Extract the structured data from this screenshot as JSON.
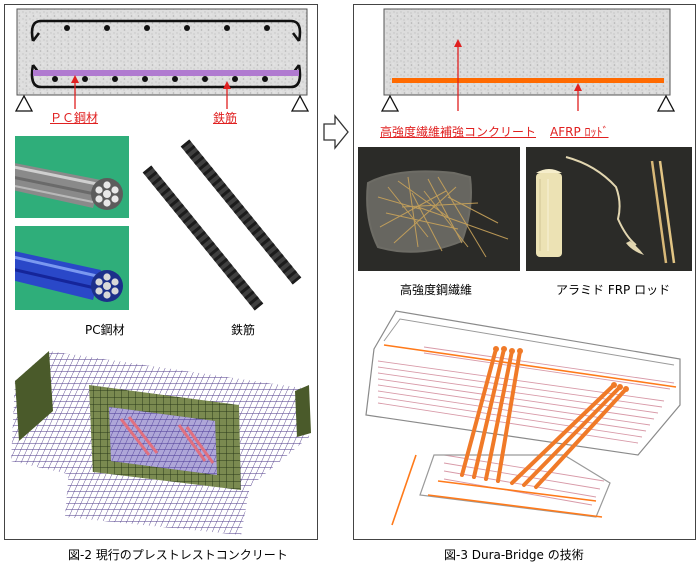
{
  "figures": {
    "left": {
      "caption": "図-2  現行のプレストレストコンクリート",
      "label_pc_strand": "ＰＣ鋼材",
      "label_rebar": "鉄筋",
      "photo_label_pc_strand": "PC鋼材",
      "photo_label_rebar": "鉄筋"
    },
    "right": {
      "caption": "図-3  Dura-Bridge の技術",
      "label_fiber_concrete": "高強度繊維補強コンクリート",
      "label_afrp_rod": "AFRP ﾛｯﾄﾞ",
      "photo_label_steel_fiber": "高強度鋼繊維",
      "photo_label_aramid_rod": "アラミド FRP ロッド"
    }
  },
  "colors": {
    "annotation_red": "#e02020",
    "afrp_orange": "#ff6a00",
    "pc_purple": "#b07ad0",
    "photo_green_bg": "#2fae7a",
    "photo_dark_bg": "#2b2b28"
  }
}
